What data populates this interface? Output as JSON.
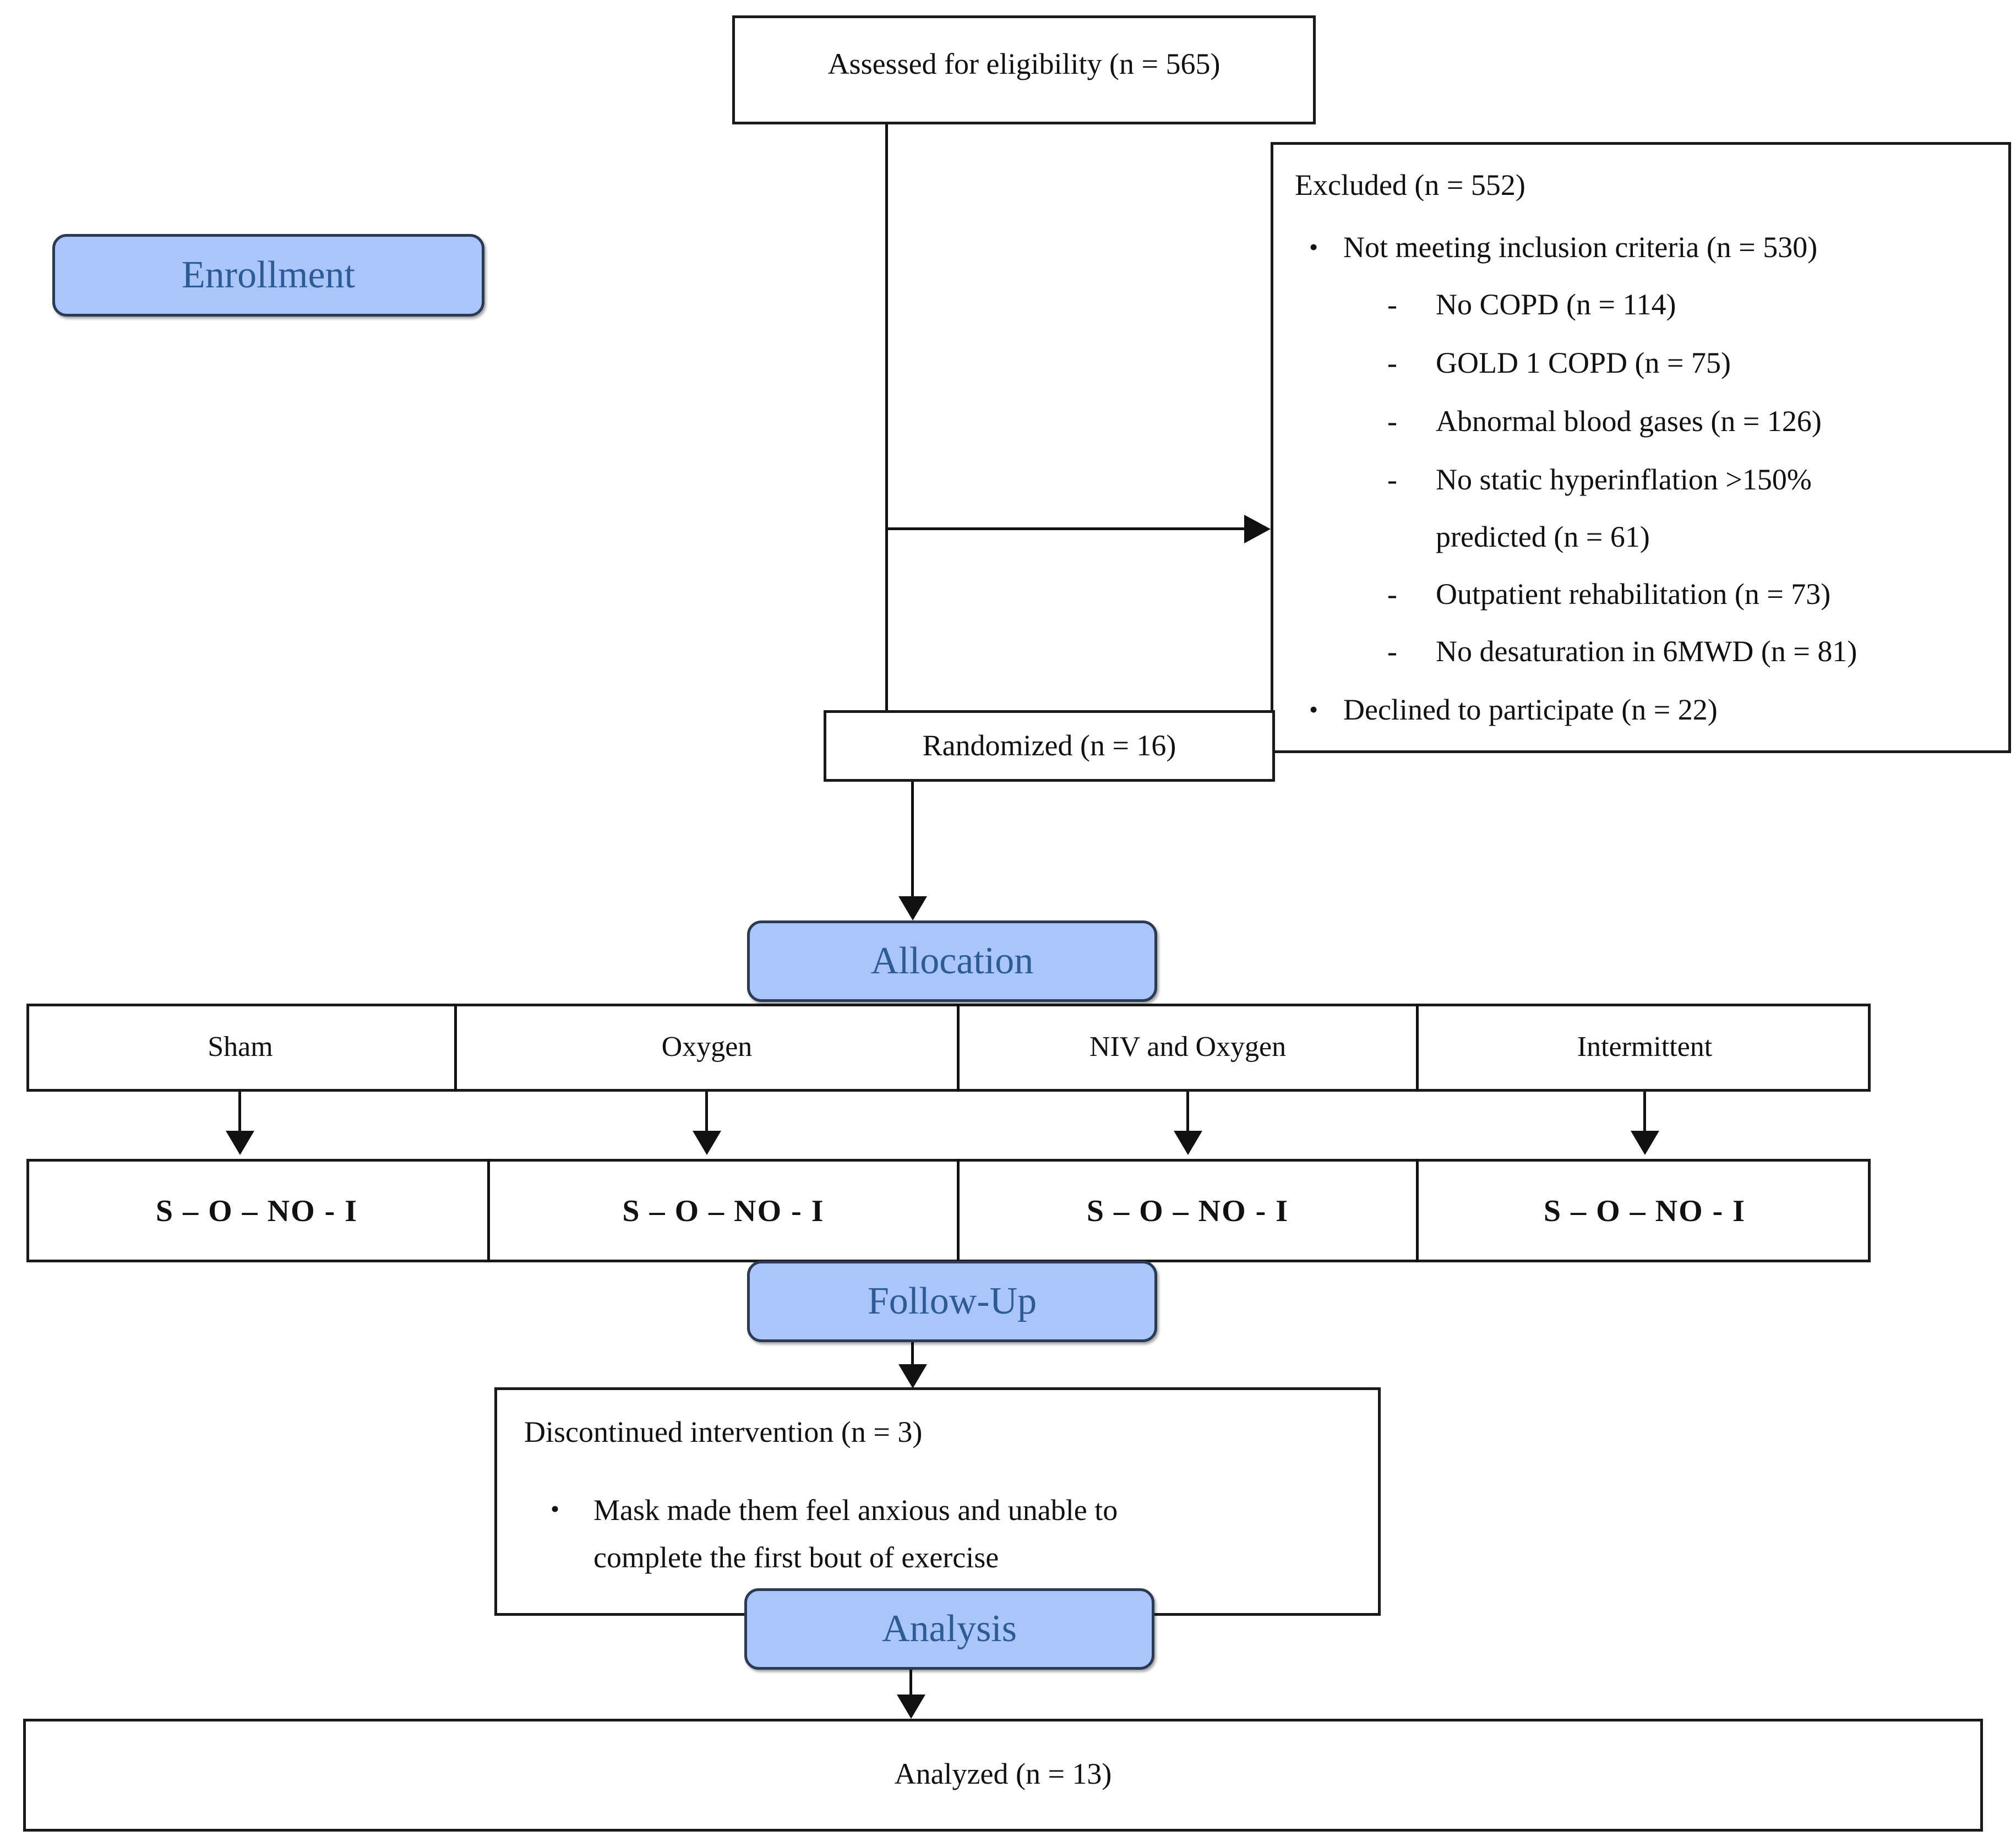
{
  "diagram": {
    "type": "consort-flow-diagram",
    "accent_color": "#a9c5fa",
    "badge_text_color": "#2d5b94",
    "line_color": "#111111"
  },
  "stage_badges": {
    "enrollment": "Enrollment",
    "allocation": "Allocation",
    "followup": "Follow-Up",
    "analysis": "Analysis"
  },
  "assessed": {
    "label": "Assessed for eligibility (n = 565)"
  },
  "excluded": {
    "title": "Excluded  (n = 552)",
    "items": [
      {
        "label": "Not meeting inclusion criteria (n = 530)",
        "bullet": "•",
        "sub": [
          "No COPD (n = 114)",
          "GOLD 1 COPD (n = 75)",
          "Abnormal blood gases (n = 126)",
          "No static hyperinflation >150%",
          "predicted (n = 61)",
          "Outpatient rehabilitation (n = 73)",
          "No desaturation in 6MWD (n = 81)"
        ]
      },
      {
        "label": "Declined to participate (n = 22)",
        "bullet": "•",
        "sub": []
      }
    ],
    "sub_dash": "-"
  },
  "randomized": {
    "label": "Randomized (n = 16)"
  },
  "allocation_groups": [
    {
      "name": "Sham",
      "arm": "S – O – NO - I"
    },
    {
      "name": "Oxygen",
      "arm": "S – O – NO - I"
    },
    {
      "name": "NIV and Oxygen",
      "arm": "S – O – NO - I"
    },
    {
      "name": "Intermittent",
      "arm": "S – O – NO - I"
    }
  ],
  "discontinued": {
    "heading": "Discontinued intervention (n = 3)",
    "bullet": "•",
    "lines": [
      "Mask made them feel anxious and unable to",
      "complete the first bout of exercise"
    ]
  },
  "analyzed": {
    "label": "Analyzed  (n = 13)"
  }
}
